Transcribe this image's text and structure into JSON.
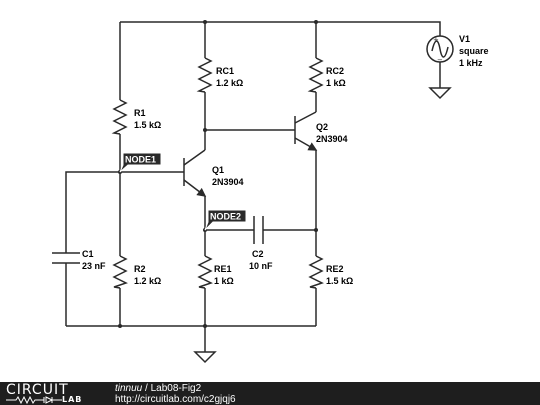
{
  "schematic": {
    "source": {
      "name": "V1",
      "type": "square",
      "freq": "1 kHz"
    },
    "rc1": {
      "name": "RC1",
      "value": "1.2 kΩ"
    },
    "rc2": {
      "name": "RC2",
      "value": "1 kΩ"
    },
    "r1": {
      "name": "R1",
      "value": "1.5 kΩ"
    },
    "r2": {
      "name": "R2",
      "value": "1.2 kΩ"
    },
    "re1": {
      "name": "RE1",
      "value": "1 kΩ"
    },
    "re2": {
      "name": "RE2",
      "value": "1.5 kΩ"
    },
    "c1": {
      "name": "C1",
      "value": "23 nF"
    },
    "c2": {
      "name": "C2",
      "value": "10 nF"
    },
    "q1": {
      "name": "Q1",
      "model": "2N3904"
    },
    "q2": {
      "name": "Q2",
      "model": "2N3904"
    },
    "node1": "NODE1",
    "node2": "NODE2"
  },
  "footer": {
    "logo_top": "CIRCUIT",
    "logo_bottom": "LAB",
    "author": "tinnuu",
    "separator": " / ",
    "title": "Lab08-Fig2",
    "url": "http://circuitlab.com/c2gjqj6"
  }
}
